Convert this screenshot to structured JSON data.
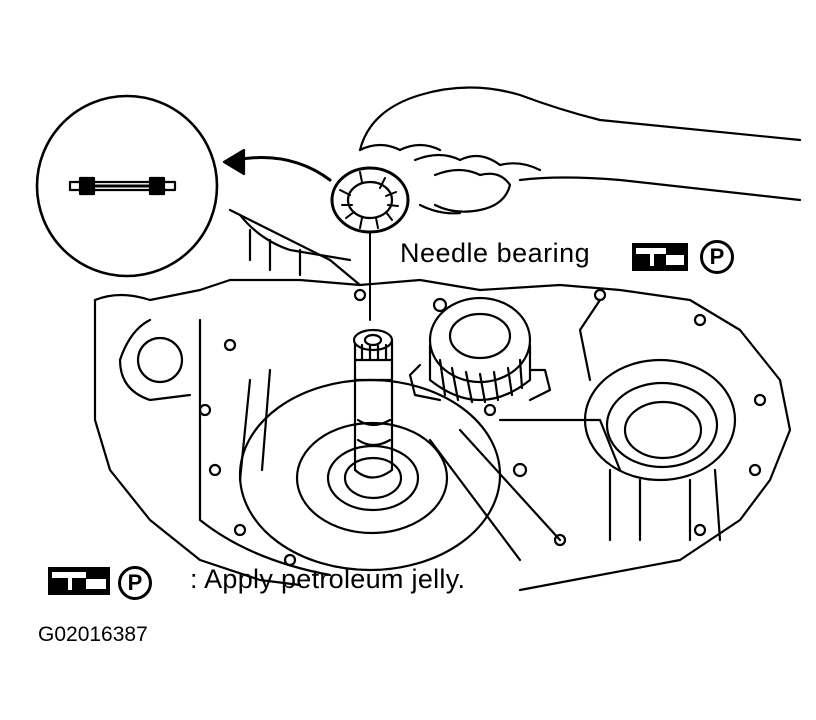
{
  "labels": {
    "needle_bearing": "Needle bearing",
    "p_symbol": "P",
    "legend_text": ": Apply petroleum jelly.",
    "figure_code": "G02016387"
  },
  "icons": {
    "grease_icon": "grease-gun-icon",
    "p_icon": "petroleum-jelly-symbol"
  }
}
